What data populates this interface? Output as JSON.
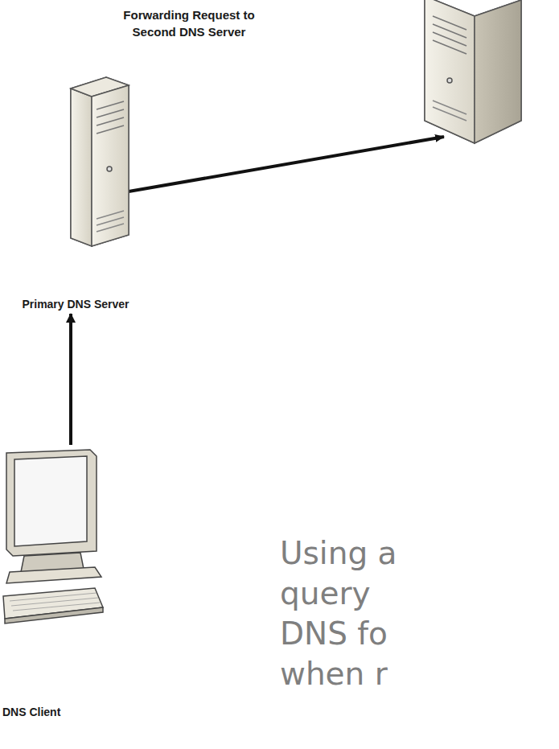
{
  "diagram": {
    "nodes": [
      {
        "text": [
          "Primary DNS Server"
        ]
      },
      {
        "text": [
          "DNS Client"
        ]
      }
    ],
    "edges": [
      {
        "from": 1,
        "to": 0,
        "arrow": "to"
      }
    ],
    "labels": [
      "Forwarding Request to Second DNS Server",
      "Using a",
      "query",
      "DNS fo",
      "when r"
    ]
  }
}
